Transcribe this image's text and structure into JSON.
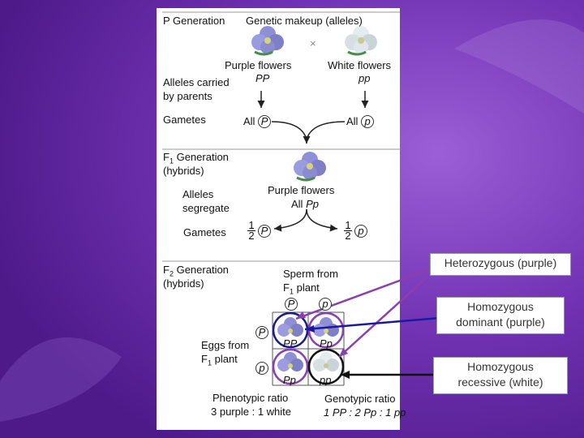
{
  "p_generation": {
    "title": "P Generation",
    "subtitle": "Genetic makeup (alleles)",
    "cross": "×",
    "left_label": "Purple flowers",
    "left_genotype": "PP",
    "right_label": "White flowers",
    "right_genotype": "pp",
    "alleles_label_1": "Alleles carried",
    "alleles_label_2": "by parents",
    "gametes_label": "Gametes",
    "left_gamete_prefix": "All",
    "left_gamete": "P",
    "right_gamete_prefix": "All",
    "right_gamete": "p"
  },
  "f1_generation": {
    "title": "F",
    "title_sub": "1",
    "title_rest": "Generation",
    "subtitle": "(hybrids)",
    "segregate_1": "Alleles",
    "segregate_2": "segregate",
    "flower_label": "Purple flowers",
    "flower_genotype_prefix": "All",
    "flower_genotype": "Pp",
    "gametes_label": "Gametes",
    "frac_num": "1",
    "frac_den": "2",
    "left_gamete": "P",
    "right_gamete": "p"
  },
  "f2_generation": {
    "title": "F",
    "title_sub": "2",
    "title_rest": "Generation",
    "subtitle": "(hybrids)",
    "sperm_label": "Sperm from",
    "sperm_from": "F",
    "sperm_sub": "1",
    "sperm_rest": "plant",
    "sperm_alleles": [
      "P",
      "p"
    ],
    "eggs_label": "Eggs from",
    "eggs_from": "F",
    "eggs_sub": "1",
    "eggs_rest": "plant",
    "egg_alleles": [
      "P",
      "p"
    ],
    "punnett": [
      "PP",
      "Pp",
      "Pp",
      "pp"
    ],
    "phenotypic_title": "Phenotypic ratio",
    "phenotypic_value": "3 purple : 1 white",
    "genotypic_title": "Genotypic ratio",
    "genotypic_value": "1 PP : 2 Pp : 1 pp"
  },
  "callouts": {
    "heterozygous": "Heterozygous (purple)",
    "homo_dom_1": "Homozygous",
    "homo_dom_2": "dominant (purple)",
    "homo_rec_1": "Homozygous",
    "homo_rec_2": "recessive (white)"
  },
  "colors": {
    "background": "#6a2aa8",
    "purple_flower": "#8f8fd6",
    "white_flower": "#dfe7ea",
    "arrow_purple": "#8a3fb0",
    "arrow_blue": "#1a1aa0",
    "arrow_black": "#111111"
  }
}
